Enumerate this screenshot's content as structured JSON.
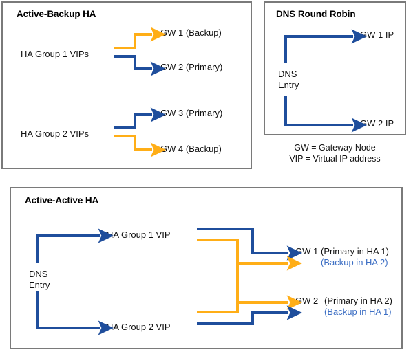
{
  "colors": {
    "blue": "#1F4E9C",
    "orange": "#FFAE17",
    "blue_text": "#3d6fc4",
    "panel_border": "#7a7a7a",
    "text": "#111111"
  },
  "panels": {
    "active_backup": {
      "title": "Active-Backup HA",
      "groups": [
        {
          "source": "HA Group 1 VIPs",
          "targets": [
            {
              "label": "GW 1 (Backup)",
              "wire_color": "orange"
            },
            {
              "label": "GW 2 (Primary)",
              "wire_color": "blue"
            }
          ]
        },
        {
          "source": "HA Group 2 VIPs",
          "targets": [
            {
              "label": "GW 3 (Primary)",
              "wire_color": "blue"
            },
            {
              "label": "GW 4 (Backup)",
              "wire_color": "orange"
            }
          ]
        }
      ]
    },
    "dns_round_robin": {
      "title": "DNS Round Robin",
      "source": "DNS\nEntry",
      "source_line1": "DNS",
      "source_line2": "Entry",
      "targets": [
        {
          "label": "GW 1 IP",
          "wire_color": "blue"
        },
        {
          "label": "GW 2 IP",
          "wire_color": "blue"
        }
      ]
    },
    "active_active": {
      "title": "Active-Active HA",
      "source_line1": "DNS",
      "source_line2": "Entry",
      "vips": [
        {
          "label": "HA Group 1 VIP"
        },
        {
          "label": "HA Group 2 VIP"
        }
      ],
      "gateways": [
        {
          "name": "GW 1",
          "primary": "(Primary in HA 1)",
          "backup": "(Backup in HA 2)"
        },
        {
          "name": "GW 2",
          "primary": "(Primary in HA 2)",
          "backup": "(Backup in HA 1)"
        }
      ]
    }
  },
  "legend": {
    "line1": "GW = Gateway Node",
    "line2": "VIP = Virtual IP address"
  }
}
